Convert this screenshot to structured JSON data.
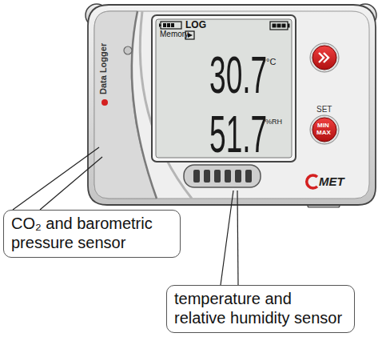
{
  "diagram": {
    "nodes": [
      {
        "text": [
          "CO₂ and barometric pressure sensor"
        ]
      },
      {
        "text": [
          "temperature and relative humidity sensor"
        ]
      }
    ],
    "labels": [
      "Data Logger",
      "Memory",
      "LOG",
      "30.7",
      "°C",
      "51.7",
      "%RH",
      "SET",
      "MIN",
      "MAX",
      "MET"
    ]
  }
}
